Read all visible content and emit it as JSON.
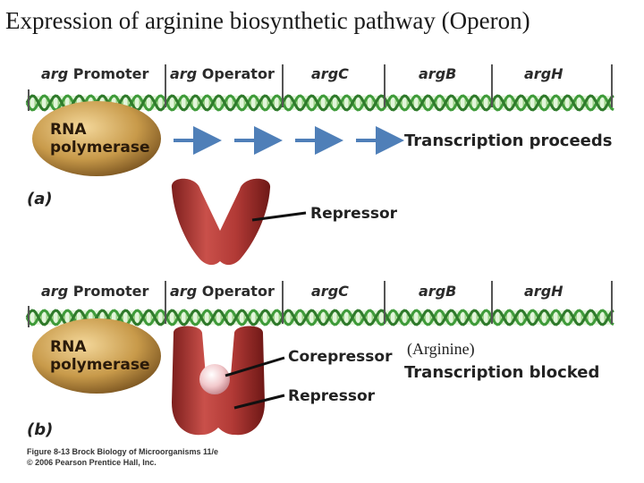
{
  "title": "Expression of arginine biosynthetic pathway (Operon)",
  "panel_a": {
    "genes": [
      {
        "italic": "arg",
        "rest": " Promoter"
      },
      {
        "italic": "arg",
        "rest": " Operator"
      },
      {
        "italic": "argC",
        "rest": ""
      },
      {
        "italic": "argB",
        "rest": ""
      },
      {
        "italic": "argH",
        "rest": ""
      }
    ],
    "polymerase_line1": "RNA",
    "polymerase_line2": "polymerase",
    "status": "Transcription proceeds",
    "letter": "(a)",
    "repressor_label": "Repressor"
  },
  "panel_b": {
    "genes": [
      {
        "italic": "arg",
        "rest": " Promoter"
      },
      {
        "italic": "arg",
        "rest": " Operator"
      },
      {
        "italic": "argC",
        "rest": ""
      },
      {
        "italic": "argB",
        "rest": ""
      },
      {
        "italic": "argH",
        "rest": ""
      }
    ],
    "polymerase_line1": "RNA",
    "polymerase_line2": "polymerase",
    "corepressor_label": "Corepressor",
    "corepressor_note": "(Arginine)",
    "status": "Transcription blocked",
    "repressor_label": "Repressor",
    "letter": "(b)"
  },
  "caption_line1": "Figure 8-13  Brock Biology of Microorganisms 11/e",
  "caption_line2": "© 2006 Pearson Prentice Hall, Inc.",
  "colors": {
    "dna_green": "#3f9b3a",
    "dna_light": "#9fd48a",
    "polymerase": "#c89a4a",
    "repressor": "#b23a36",
    "arrow_blue": "#4f7fb8",
    "corepressor": "#f2c9cc"
  }
}
